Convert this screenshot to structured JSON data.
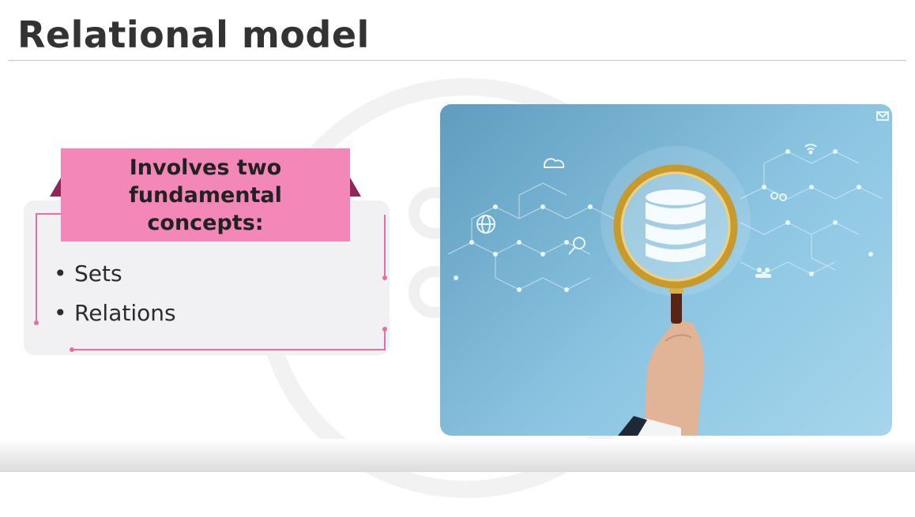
{
  "slide": {
    "title": "Relational model",
    "card": {
      "heading": "Involves two fundamental concepts:",
      "bullets": [
        "Sets",
        "Relations"
      ],
      "accent_color": "#f388b8"
    },
    "image": {
      "description_icons": [
        "database-icon",
        "magnifying-glass-icon",
        "globe-icon",
        "cloud-icon",
        "wifi-icon",
        "mail-icon",
        "people-icon",
        "search-icon"
      ]
    }
  }
}
